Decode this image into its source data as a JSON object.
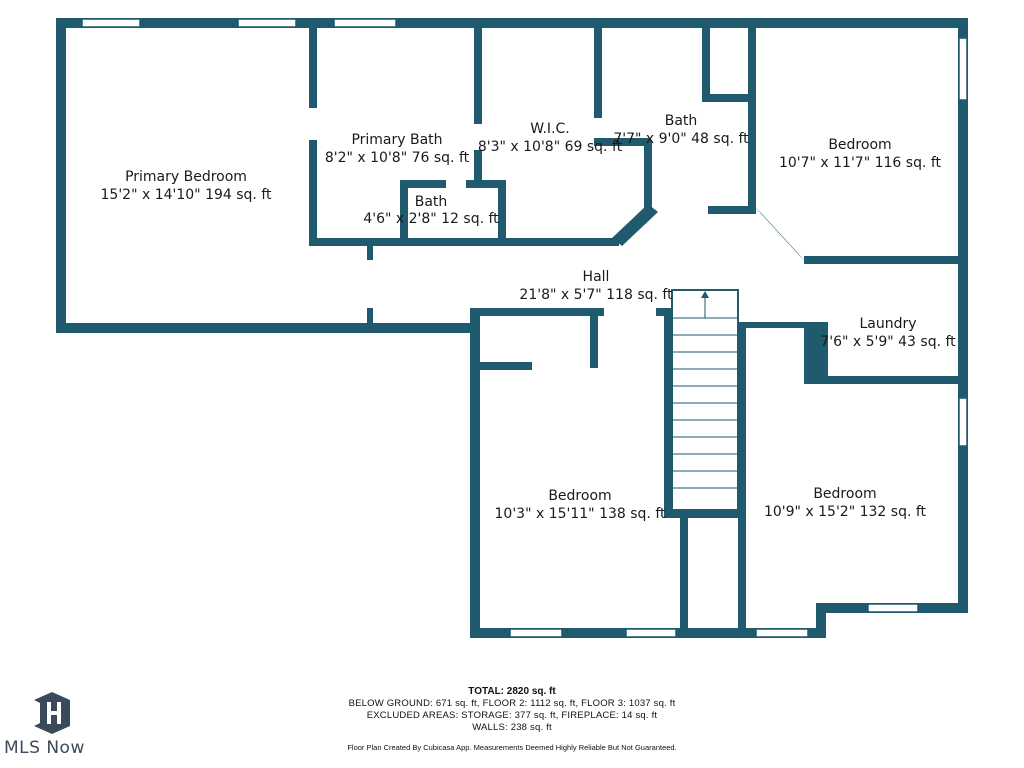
{
  "rooms": [
    {
      "id": "primary-bedroom",
      "name": "Primary Bedroom",
      "dims": "15'2\" x 14'10\" 194 sq. ft"
    },
    {
      "id": "primary-bath",
      "name": "Primary Bath",
      "dims": "8'2\" x 10'8\" 76 sq. ft"
    },
    {
      "id": "wic",
      "name": "W.I.C.",
      "dims": "8'3\" x 10'8\" 69 sq. ft"
    },
    {
      "id": "bath-upper",
      "name": "Bath",
      "dims": "7'7\" x 9'0\" 48 sq. ft"
    },
    {
      "id": "bedroom-ne",
      "name": "Bedroom",
      "dims": "10'7\" x 11'7\" 116 sq. ft"
    },
    {
      "id": "bath-small",
      "name": "Bath",
      "dims": "4'6\" x 2'8\" 12 sq. ft"
    },
    {
      "id": "hall",
      "name": "Hall",
      "dims": "21'8\" x 5'7\" 118 sq. ft"
    },
    {
      "id": "laundry",
      "name": "Laundry",
      "dims": "7'6\" x 5'9\" 43 sq. ft"
    },
    {
      "id": "bedroom-sw",
      "name": "Bedroom",
      "dims": "10'3\" x 15'11\" 138 sq. ft"
    },
    {
      "id": "bedroom-se",
      "name": "Bedroom",
      "dims": "10'9\" x 15'2\" 132 sq. ft"
    }
  ],
  "summary": {
    "total": "TOTAL: 2820 sq. ft",
    "below_ground": "BELOW GROUND: 671 sq. ft, FLOOR 2: 1112 sq. ft, FLOOR 3: 1037 sq. ft",
    "excluded": "EXCLUDED AREAS: STORAGE: 377 sq. ft, FIREPLACE: 14 sq. ft",
    "walls": "WALLS: 238 sq. ft",
    "credit": "Floor Plan Created By Cubicasa App. Measurements Deemed Highly Reliable But Not Guaranteed."
  },
  "logo": {
    "text": "MLS Now"
  },
  "colors": {
    "wall": "#1f5a6e",
    "window": "#ffffff",
    "background": "#ffffff"
  }
}
